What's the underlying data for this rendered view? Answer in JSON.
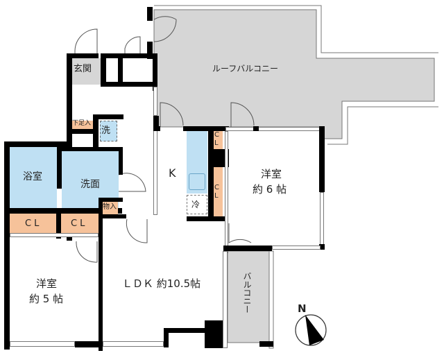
{
  "floor_plan": {
    "rooms": {
      "genkan": {
        "label": "玄関"
      },
      "roof_balcony": {
        "label": "ルーフバルコニー"
      },
      "geta_ire": {
        "label": "下足入"
      },
      "washer": {
        "label": "洗"
      },
      "bathroom": {
        "label": "浴室"
      },
      "washroom": {
        "label": "洗面"
      },
      "storage": {
        "label": "物入"
      },
      "closet_1": {
        "label": "CL"
      },
      "closet_2": {
        "label": "CL"
      },
      "kitchen": {
        "label": "K"
      },
      "fridge": {
        "label": "冷"
      },
      "closet_3": {
        "label_c": "C",
        "label_l": "L"
      },
      "closet_4": {
        "label_c": "C",
        "label_l": "L"
      },
      "western_room_6": {
        "name": "洋室",
        "size": "約 6 帖"
      },
      "western_room_5": {
        "name": "洋室",
        "size": "約 5 帖"
      },
      "ldk": {
        "label": "ＬＤＫ 約10.5帖"
      },
      "balcony": {
        "label": "バルコニー"
      }
    },
    "compass": {
      "label": "N"
    },
    "colors": {
      "wall": "#000000",
      "balcony_fill": "#d6d6d6",
      "wet_area_fill": "#bfe0f3",
      "closet_fill": "#f6c29a"
    }
  }
}
